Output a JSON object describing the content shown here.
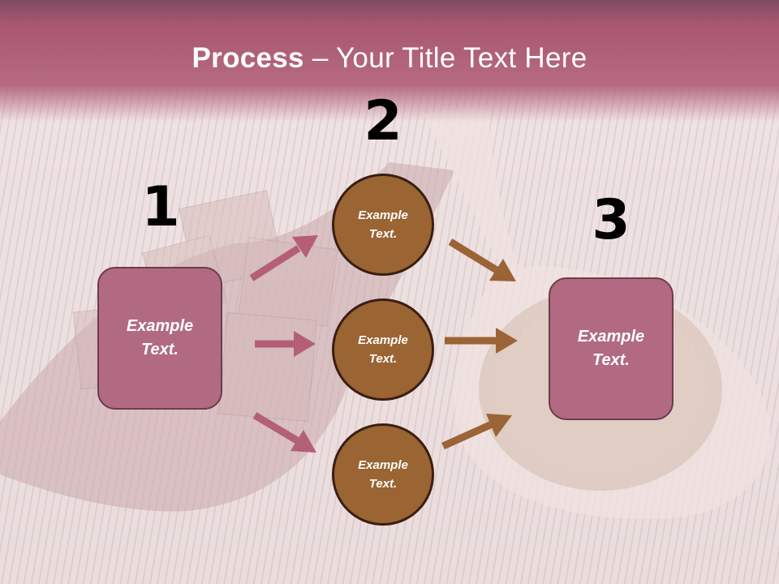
{
  "title": {
    "bold": "Process",
    "rest": " – Your Title Text Here"
  },
  "steps": [
    "1",
    "2",
    "3"
  ],
  "boxes": {
    "left": "Example Text.",
    "right": "Example Text."
  },
  "circles": [
    "Example Text.",
    "Example Text.",
    "Example Text."
  ],
  "colors": {
    "title_band": "#b66a80",
    "box_fill": "#b26a82",
    "circle_fill": "#9a6433",
    "pink_arrow": "#b35f78",
    "brown_arrow": "#9b6436"
  }
}
